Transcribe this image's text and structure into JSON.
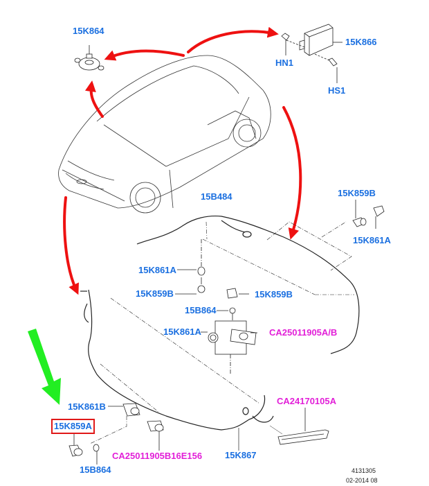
{
  "diagram": {
    "title": "Parking aid system components",
    "colors": {
      "part_label": "#1a6fe0",
      "alt_part_label": "#e21fd8",
      "arrow_red": "#ee1111",
      "arrow_green": "#22ee22",
      "highlight_box": "#e01818",
      "line_art": "#222222"
    },
    "labels": {
      "buzzer": "15K864",
      "module": "15K866",
      "nut": "HN1",
      "screw": "HS1",
      "rear_harness": "15B484",
      "rear_sensor_right": "15K859B",
      "rear_bracket_right": "15K861A",
      "rear_bracket_left": "15K861A",
      "rear_sensor_left": "15K859B",
      "rear_sensor_center": "15K859B",
      "rear_seal": "15B864",
      "rear_bracket_center": "15K861A",
      "rear_alt_part": "CA25011905A/B",
      "front_alt_light": "CA24170105A",
      "front_bracket": "15K861B",
      "front_sensor_highlighted": "15K859A",
      "front_alt_sensor": "CA25011905B16E156",
      "front_harness": "15K867",
      "front_seal": "15B864"
    },
    "reference": {
      "number": "4131305",
      "date_code": "02-2014 08"
    }
  }
}
